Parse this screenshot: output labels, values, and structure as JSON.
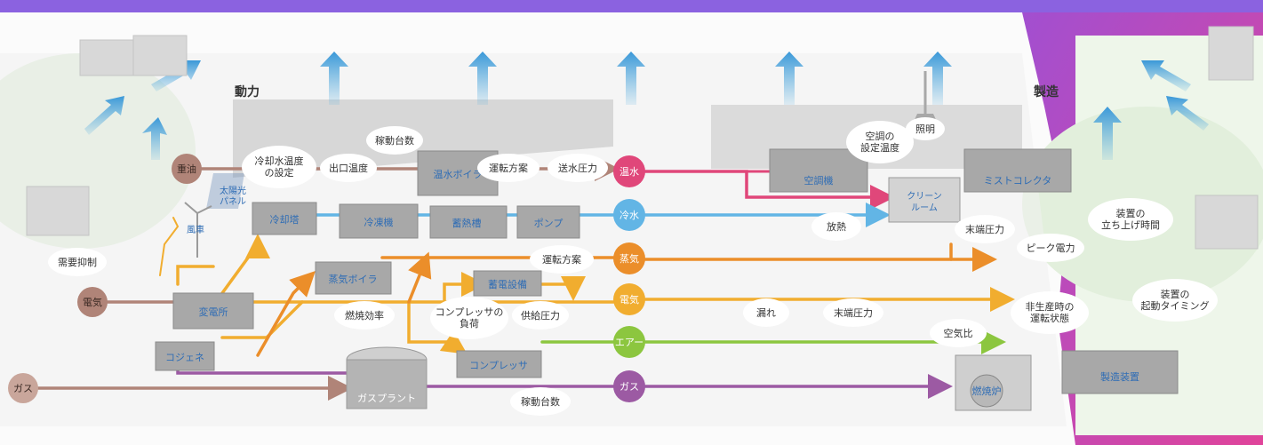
{
  "colors": {
    "top_bar": "#8b62e0",
    "oil": "#b08478",
    "hot_water": "#e0477a",
    "cold_water": "#62b5e5",
    "steam": "#eb8e2a",
    "electric": "#f1ad2f",
    "air": "#8cc63f",
    "gas": "#9c5aa3",
    "upflow": "#5ab0e0",
    "building": "#8f8f8f",
    "building_label": "#2f6db5"
  },
  "sections": {
    "power": "動力",
    "manufacturing": "製造"
  },
  "sources": {
    "oil": "重油",
    "electricity": "電気",
    "gas": "ガス"
  },
  "solar_wind": {
    "solar": "太陽光\nパネル",
    "wind": "風車"
  },
  "equipment": {
    "cooling_tower": "冷却塔",
    "chiller": "冷凍機",
    "hot_water_boiler": "温水ボイラ",
    "heat_storage_tank": "蓄熱槽",
    "pump": "ポンプ",
    "steam_boiler": "蒸気ボイラ",
    "battery": "蓄電設備",
    "substation": "変電所",
    "cogeneration": "コジェネ",
    "compressor": "コンプレッサ",
    "gas_plant": "ガスプラント",
    "air_conditioner": "空調機",
    "clean_room": "クリーン\nルーム",
    "mist_collector": "ミストコレクタ",
    "furnace": "燃焼炉",
    "manufacturing_equipment": "製造装置",
    "lighting": "照明"
  },
  "utilities": {
    "hot_water": "温水",
    "cold_water": "冷水",
    "steam": "蒸気",
    "electricity": "電気",
    "air": "エアー",
    "gas": "ガス"
  },
  "bubbles": {
    "demand_control": "需要抑制",
    "cooling_water_temp": "冷却水温度\nの設定",
    "outlet_temp": "出口温度",
    "operating_units_top": "稼動台数",
    "operation_plan_top": "運転方案",
    "supply_water_pressure": "送水圧力",
    "operation_plan_mid": "運転方案",
    "combustion_efficiency": "燃焼効率",
    "compressor_load": "コンプレッサの\n負荷",
    "supply_pressure": "供給圧力",
    "operating_units_bottom": "稼動台数",
    "heat_radiation": "放熱",
    "leakage": "漏れ",
    "end_pressure_mid": "末端圧力",
    "ac_temp_setting": "空調の\n設定温度",
    "end_pressure_right": "末端圧力",
    "peak_power": "ピーク電力",
    "startup_time": "装置の\n立ち上げ時間",
    "nonproduction_state": "非生産時の\n運転状態",
    "startup_timing": "装置の\n起動タイミング",
    "air_ratio": "空気比"
  }
}
